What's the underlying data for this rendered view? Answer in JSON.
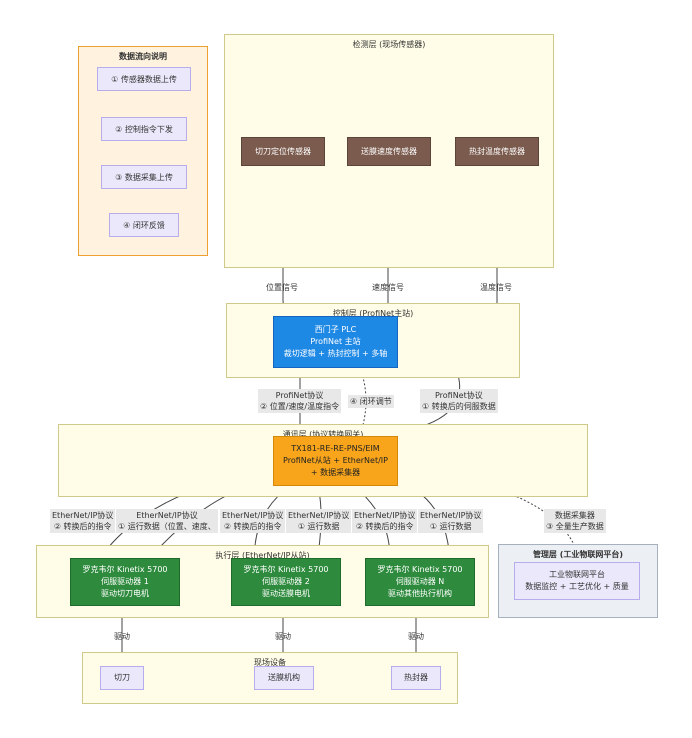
{
  "legend": {
    "title": "数据流向说明",
    "items": [
      "① 传感器数据上传",
      "② 控制指令下发",
      "③ 数据采集上传",
      "④ 闭环反馈"
    ]
  },
  "layers": {
    "detect": "检测层 (现场传感器)",
    "control": "控制层 (ProfiNet主站)",
    "comm": "通讯层 (协议转换网关)",
    "exec": "执行层 (EtherNet/IP从站)",
    "field": "现场设备",
    "mgmt": "管理层 (工业物联网平台)"
  },
  "sensors": [
    "切刀定位传感器",
    "送膜速度传感器",
    "热封温度传感器"
  ],
  "plc": [
    "西门子 PLC",
    "ProfiNet 主站",
    "裁切逻辑 + 热封控制 + 多轴"
  ],
  "gateway": [
    "TX181-RE-RE-PNS/EIM",
    "ProfiNet从站 + EtherNet/IP",
    "+ 数据采集器"
  ],
  "drives": [
    [
      "罗克韦尔 Kinetix 5700",
      "伺服驱动器 1",
      "驱动切刀电机"
    ],
    [
      "罗克韦尔 Kinetix 5700",
      "伺服驱动器 2",
      "驱动送膜电机"
    ],
    [
      "罗克韦尔 Kinetix 5700",
      "伺服驱动器 N",
      "驱动其他执行机构"
    ]
  ],
  "platform": [
    "工业物联网平台",
    "数据监控 + 工艺优化 + 质量"
  ],
  "devices": [
    "切刀",
    "送膜机构",
    "热封器"
  ],
  "edge_labels": {
    "pos": "位置信号",
    "speed": "速度信号",
    "temp": "温度信号",
    "plc_gw": [
      "ProfiNet协议",
      "② 位置/速度/温度指令"
    ],
    "loop": "④ 闭环调节",
    "gw_plc": [
      "ProfiNet协议",
      "① 转换后的伺服数据"
    ],
    "d1_down": [
      "EtherNet/IP协议",
      "② 转换后的指令"
    ],
    "d1_up": [
      "EtherNet/IP协议",
      "① 运行数据（位置、速度、"
    ],
    "d2_down": [
      "EtherNet/IP协议",
      "② 转换后的指令"
    ],
    "d2_up": [
      "EtherNet/IP协议",
      "① 运行数据"
    ],
    "d3_down": [
      "EtherNet/IP协议",
      "② 转换后的指令"
    ],
    "d3_up": [
      "EtherNet/IP协议",
      "① 运行数据"
    ],
    "mgmt": [
      "数据采集器",
      "③ 全量生产数据"
    ],
    "drive": "驱动"
  }
}
